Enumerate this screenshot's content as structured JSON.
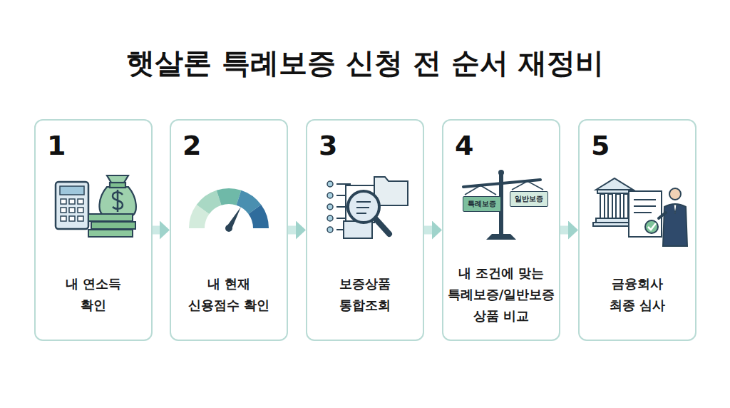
{
  "diagram": {
    "title": "햇살론 특례보증 신청 전 순서 재정비",
    "nodes": [
      {
        "text": [
          "1",
          "내 연소득 확인"
        ]
      },
      {
        "text": [
          "2",
          "내 현재 신용점수 확인"
        ]
      },
      {
        "text": [
          "3",
          "보증상품 통합조회"
        ]
      },
      {
        "text": [
          "4",
          "내 조건에 맞는 특례보증/일반보증 상품 비교"
        ]
      },
      {
        "text": [
          "특례보증"
        ],
        "in": 3
      },
      {
        "text": [
          "일반보증"
        ],
        "in": 3
      },
      {
        "text": [
          "5",
          "금융회사 최종 심사"
        ]
      }
    ],
    "edges": [
      {
        "from": 0,
        "to": 1,
        "arrow": "to"
      },
      {
        "from": 1,
        "to": 2,
        "arrow": "to"
      },
      {
        "from": 2,
        "to": 3,
        "arrow": "to"
      },
      {
        "from": 3,
        "to": 6,
        "arrow": "to"
      }
    ]
  }
}
